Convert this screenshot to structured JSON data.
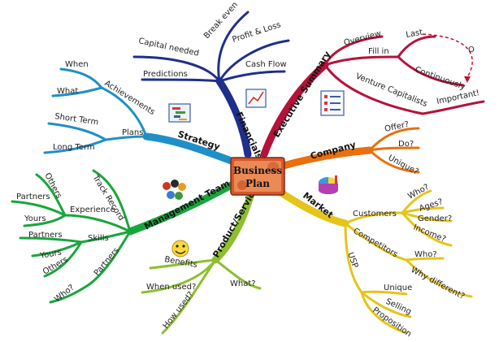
{
  "center": {
    "line1": "Business",
    "line2": "Plan"
  },
  "branches": {
    "financials": {
      "label": "Financials",
      "color": "#1f2f8a",
      "children": [
        "Break even",
        "Profit & Loss",
        "Capital needed",
        "Cash Flow",
        "Predictions"
      ]
    },
    "executive_summary": {
      "label": "Executive Summary",
      "color": "#b5123a",
      "overview": "Overview",
      "fill_in": "Fill in",
      "last": "Last",
      "continuously": "Continuously",
      "o_mark": "O",
      "venture": "Venture Capitalists",
      "important": "Important!"
    },
    "company": {
      "label": "Company",
      "color": "#e8700f",
      "children": [
        "Offer?",
        "Do?",
        "Unique?"
      ]
    },
    "market": {
      "label": "Market",
      "color": "#e6c41a",
      "customers": "Customers",
      "customer_children": [
        "Who?",
        "Ages?",
        "Gender?",
        "Income?"
      ],
      "competitors": "Competitors",
      "competitor_children": [
        "Who?",
        "Why different?"
      ],
      "usp": "USP",
      "usp_children": [
        "Unique",
        "Selling",
        "Proposition"
      ]
    },
    "product_service": {
      "label": "Product/Service",
      "color": "#8dbf2e",
      "children": [
        "Benefits",
        "When used?",
        "What?",
        "How used?"
      ]
    },
    "management_team": {
      "label": "Management Team",
      "color": "#18a63c",
      "track_record": "Track Record",
      "experience": "Experience",
      "experience_children": [
        "Others",
        "Partners",
        "Yours"
      ],
      "skills": "Skills",
      "skills_children": [
        "Partners",
        "Yours",
        "Others"
      ],
      "partners": "Partners",
      "partners_children": [
        "Who?"
      ]
    },
    "strategy": {
      "label": "Strategy",
      "color": "#1f8fc8",
      "achievements": "Achievements",
      "achievement_children": [
        "When",
        "What"
      ],
      "plans": "Plans",
      "plan_children": [
        "Short Term",
        "Long Term"
      ]
    }
  },
  "icons": [
    "gantt-chart-icon",
    "line-chart-icon",
    "checklist-icon",
    "pie-chart-icon",
    "team-people-icon",
    "smiley-face-icon"
  ]
}
